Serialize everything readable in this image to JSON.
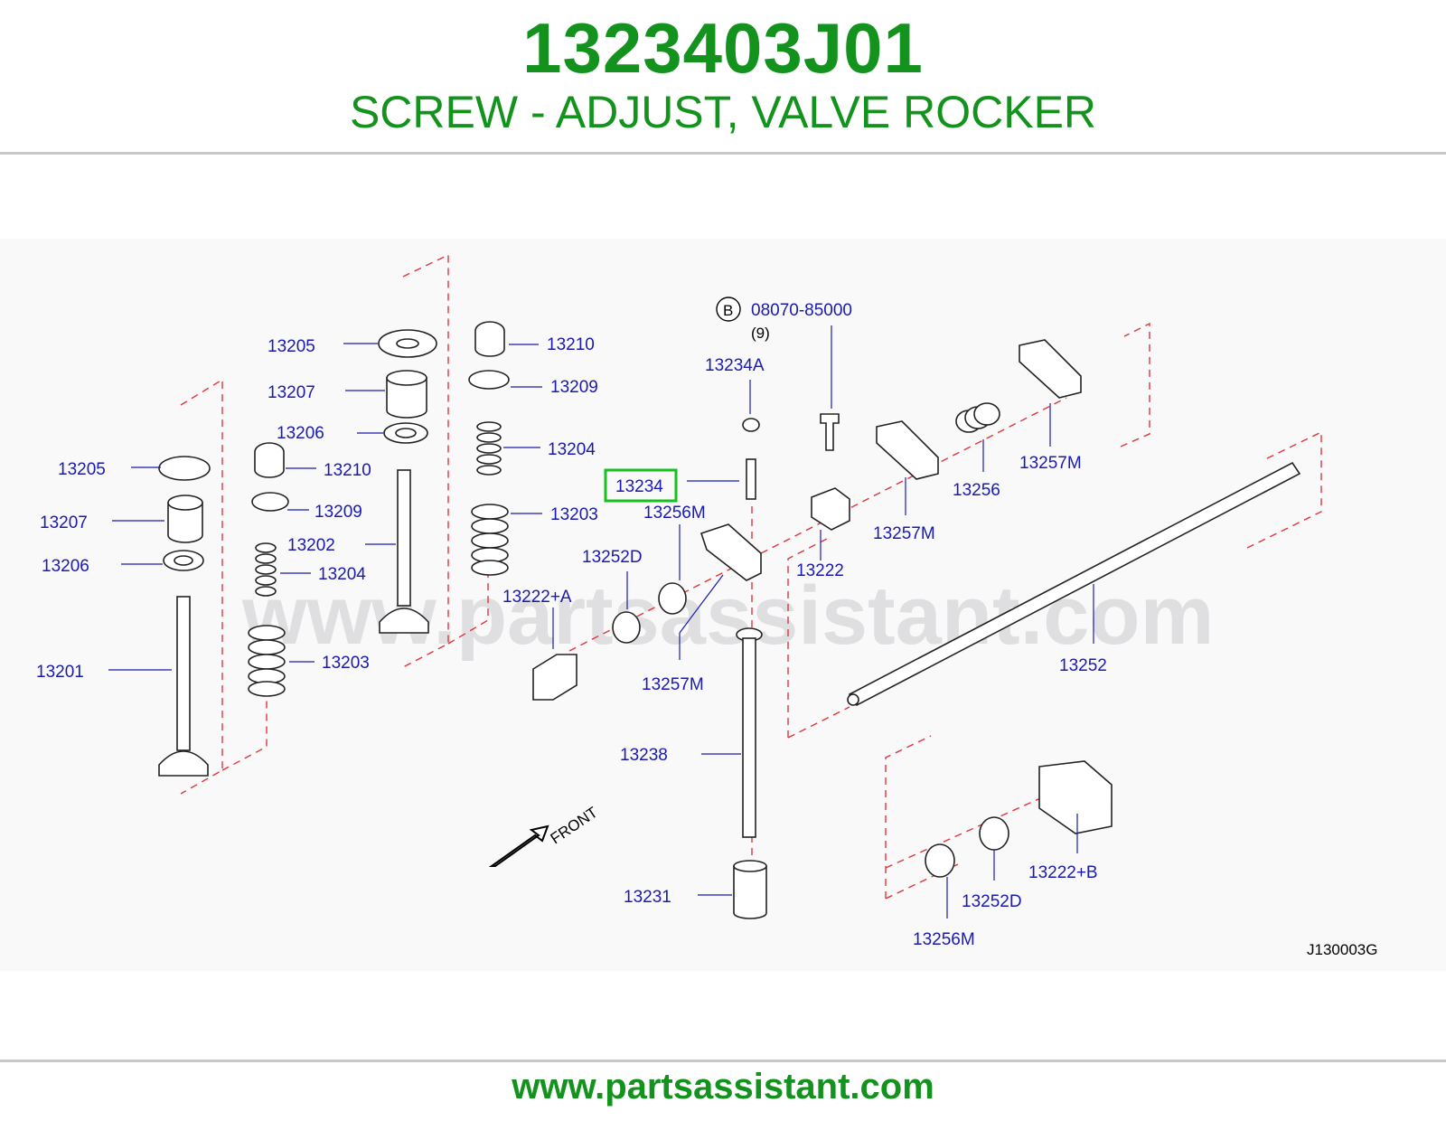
{
  "header": {
    "part_number": "1323403J01",
    "description": "SCREW - ADJUST, VALVE ROCKER"
  },
  "footer": {
    "url": "www.partsassistant.com"
  },
  "diagram": {
    "watermark": "www.partsassistant.com",
    "code": "J130003G",
    "front_label": "FRONT",
    "bolt_callout": {
      "letter": "B",
      "part": "08070-85000",
      "qty": "(9)"
    },
    "highlighted_part": "13234",
    "labels": {
      "l_13205_left": "13205",
      "l_13207_left": "13207",
      "l_13206_left": "13206",
      "l_13201": "13201",
      "l_13205_mid": "13205",
      "l_13207_mid": "13207",
      "l_13206_mid": "13206",
      "l_13210_mid": "13210",
      "l_13209_mid": "13209",
      "l_13202": "13202",
      "l_13204_mid": "13204",
      "l_13203_mid": "13203",
      "l_13210_right": "13210",
      "l_13209_right": "13209",
      "l_13204_right": "13204",
      "l_13203_right": "13203",
      "l_13234A": "13234A",
      "l_13234": "13234",
      "l_13256M_a": "13256M",
      "l_13252D_a": "13252D",
      "l_13222A": "13222+A",
      "l_13257M_a": "13257M",
      "l_13238": "13238",
      "l_13231": "13231",
      "l_13222": "13222",
      "l_13257M_b": "13257M",
      "l_13256": "13256",
      "l_13257M_c": "13257M",
      "l_13252": "13252",
      "l_13222B": "13222+B",
      "l_13252D_b": "13252D",
      "l_13256M_b": "13256M"
    }
  }
}
